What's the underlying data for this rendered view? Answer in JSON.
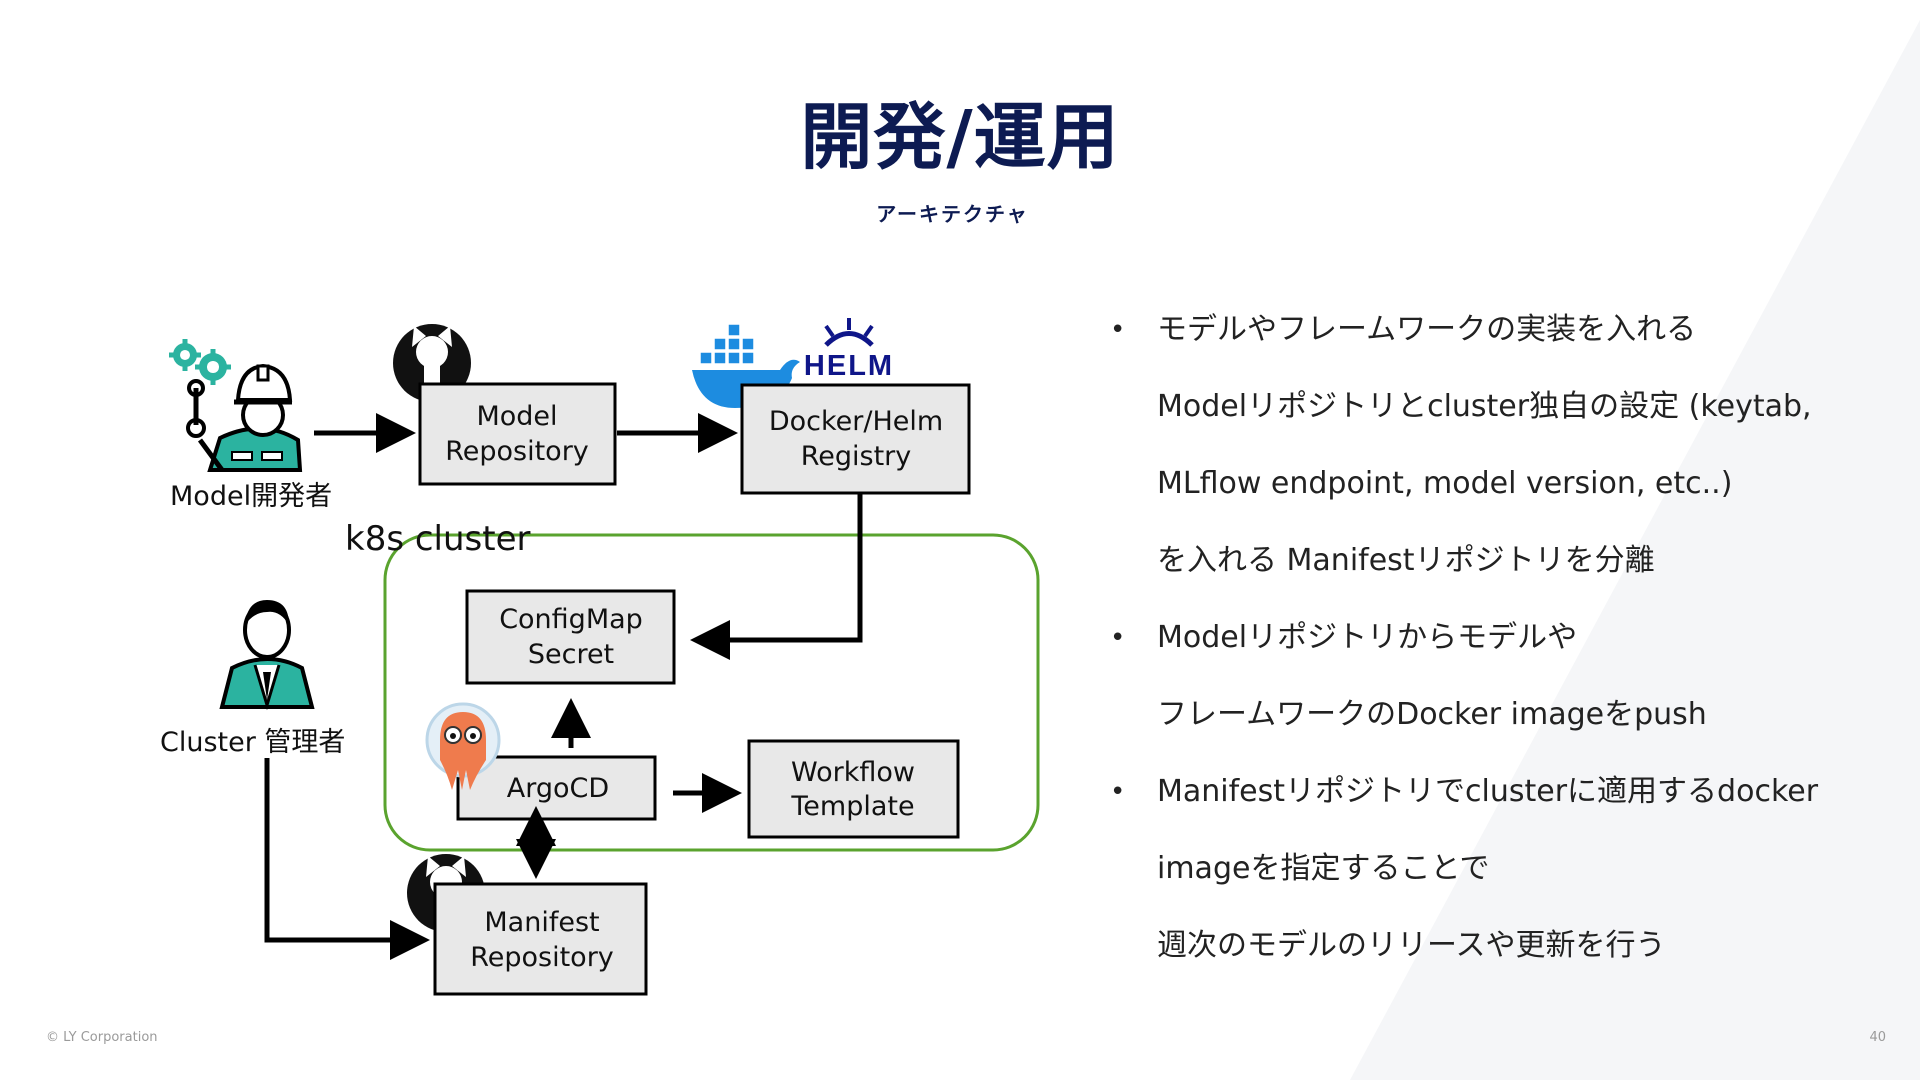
{
  "slide": {
    "title": "開発/運用",
    "subtitle": "アーキテクチャ",
    "footer_copyright": "© LY Corporation",
    "page_number": "40"
  },
  "diagram": {
    "actors": {
      "model_dev": "Model開発者",
      "cluster_admin": "Cluster 管理者"
    },
    "k8s_label": "k8s cluster",
    "boxes": {
      "model_repo": [
        "Model",
        "Repository"
      ],
      "registry": [
        "Docker/Helm",
        "Registry"
      ],
      "configmap": [
        "ConfigMap",
        "Secret"
      ],
      "argocd": "ArgoCD",
      "workflow": [
        "Workflow",
        "Template"
      ],
      "manifest_repo": [
        "Manifest",
        "Repository"
      ]
    },
    "logos": {
      "helm": "HELM"
    },
    "colors": {
      "title": "#0d1b52",
      "k8s_border": "#5aa32e",
      "box_fill": "#e8e8e8",
      "actor_teal": "#2bb3a0",
      "docker_blue": "#1d8ce0",
      "helm_navy": "#0f1689",
      "argo_orange": "#ef7b4d"
    },
    "icons": [
      "gear-icon",
      "worker-icon",
      "manager-icon",
      "github-icon",
      "docker-icon",
      "helm-icon",
      "argo-icon"
    ]
  },
  "bullets": [
    {
      "bullet": "•",
      "text": "モデルやフレームワークの実装を入れる"
    },
    {
      "bullet": "",
      "text": "Modelリポジトリとcluster独自の設定 (keytab,"
    },
    {
      "bullet": "",
      "text": "MLflow endpoint, model version, etc..)"
    },
    {
      "bullet": "",
      "text": "を入れる Manifestリポジトリを分離"
    },
    {
      "bullet": "•",
      "text": "Modelリポジトリからモデルや"
    },
    {
      "bullet": "",
      "text": "フレームワークのDocker imageをpush"
    },
    {
      "bullet": "•",
      "text": "Manifestリポジトリでclusterに適用するdocker"
    },
    {
      "bullet": "",
      "text": "imageを指定することで"
    },
    {
      "bullet": "",
      "text": "週次のモデルのリリースや更新を行う"
    }
  ]
}
